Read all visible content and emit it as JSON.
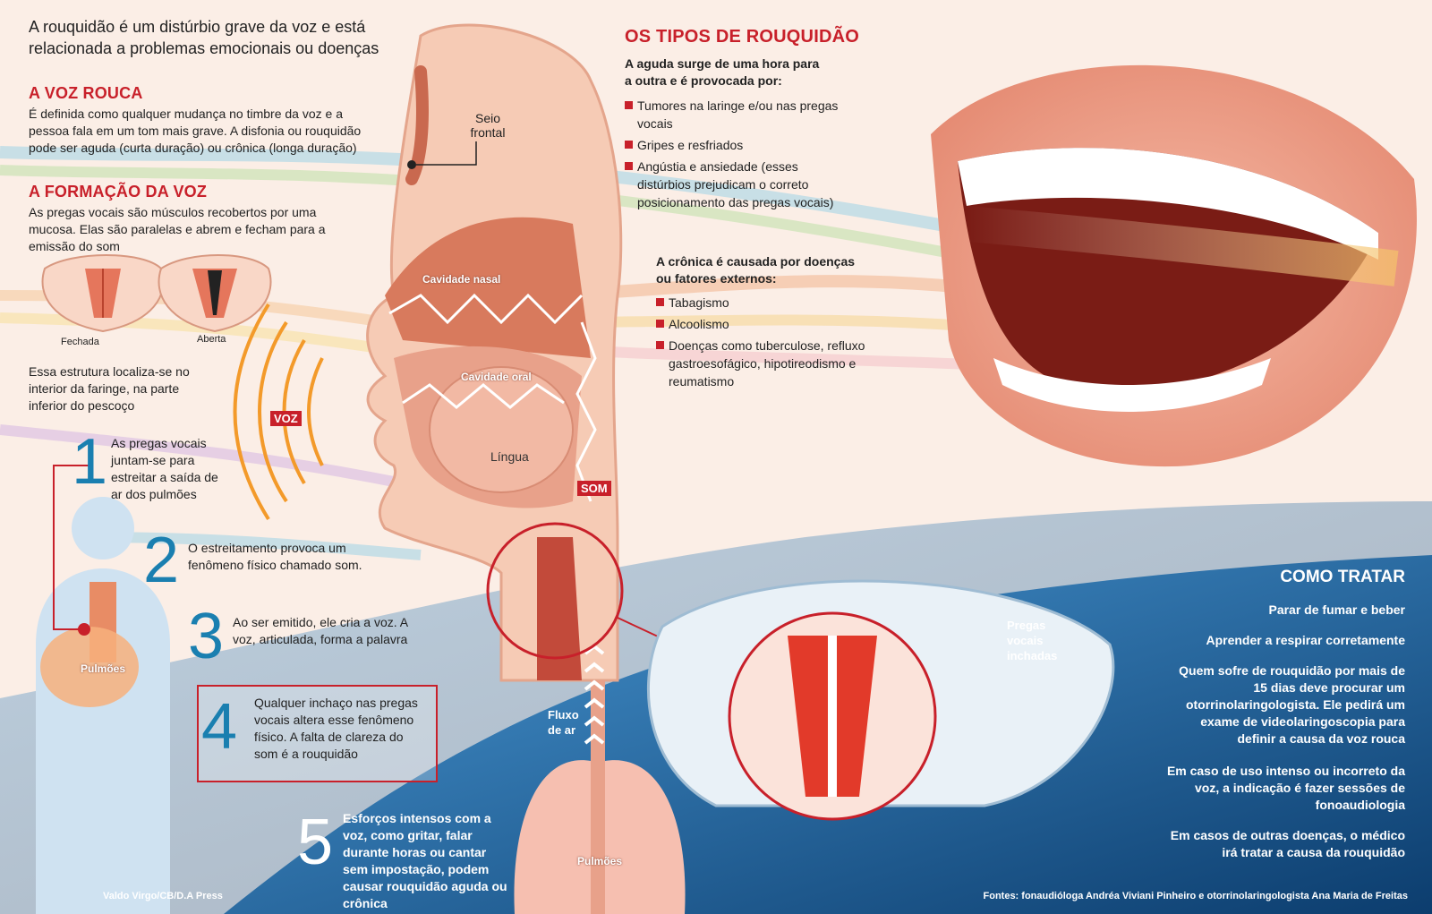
{
  "intro": "A rouquidão é um distúrbio grave da voz e está relacionada a problemas emocionais ou doenças",
  "voz_rouca": {
    "title": "A VOZ ROUCA",
    "text": "É definida como qualquer mudança no timbre da voz e a pessoa fala em um tom mais grave. A disfonia ou rouquidão pode ser aguda (curta duração) ou crônica (longa duração)"
  },
  "formacao": {
    "title": "A FORMAÇÃO DA VOZ",
    "text": "As pregas vocais são músculos recobertos por uma mucosa. Elas são paralelas e abrem e fecham para a emissão do som",
    "closed_label": "Fechada",
    "open_label": "Aberta",
    "location_text": "Essa estrutura localiza-se no interior da faringe, na parte inferior do pescoço"
  },
  "anatomy_labels": {
    "sinus": "Seio frontal",
    "nasal": "Cavidade nasal",
    "oral": "Cavidade oral",
    "tongue": "Língua",
    "voz": "VOZ",
    "som": "SOM",
    "lungs_left": "Pulmões",
    "lungs_center": "Pulmões",
    "airflow": "Fluxo de ar",
    "swollen": "Pregas vocais inchadas"
  },
  "steps": [
    {
      "num": "1",
      "text": "As pregas vocais juntam-se para estreitar a saída de ar dos pulmões"
    },
    {
      "num": "2",
      "text": "O estreitamento provoca um fenômeno físico chamado som."
    },
    {
      "num": "3",
      "text": "Ao ser emitido, ele cria a voz. A voz, articulada, forma a palavra"
    },
    {
      "num": "4",
      "text": "Qualquer inchaço nas pregas vocais altera esse fenômeno físico. A falta de clareza do som é a rouquidão"
    },
    {
      "num": "5",
      "text": "Esforços intensos com a voz, como gritar, falar durante horas ou cantar sem impostação, podem causar rouquidão aguda ou crônica"
    }
  ],
  "tipos": {
    "title": "OS TIPOS DE ROUQUIDÃO",
    "acute_intro": "A aguda surge de uma hora para a outra e é provocada por:",
    "acute_items": [
      "Tumores na laringe e/ou nas pregas vocais",
      "Gripes e resfriados",
      "Angústia e ansiedade (esses distúrbios prejudicam o correto posicionamento das pregas vocais)"
    ],
    "chronic_intro": "A crônica é causada por doenças ou fatores externos:",
    "chronic_items": [
      "Tabagismo",
      "Alcoolismo",
      "Doenças como tuberculose, refluxo gastroesofágico, hipotireodismo e reumatismo"
    ]
  },
  "tratar": {
    "title": "COMO TRATAR",
    "items": [
      "Parar de fumar e beber",
      "Aprender a respirar corretamente",
      "Quem sofre de rouquidão por mais de 15 dias deve procurar um otorrinolaringologista. Ele pedirá um exame de videolaringoscopia para definir a causa da voz rouca",
      "Em caso de uso intenso ou incorreto da voz, a indicação é fazer sessões de fonoaudiologia",
      "Em casos de outras doenças, o médico irá tratar a causa da rouquidão"
    ]
  },
  "credit": "Valdo Virgo/CB/D.A Press",
  "sources": "Fontes: fonaudióloga Andréa Viviani Pinheiro e otorrinolaringologista Ana Maria de Freitas",
  "colors": {
    "accent_red": "#c8202a",
    "step_blue": "#1a7fb0",
    "deep_blue": "#0f4f86"
  }
}
